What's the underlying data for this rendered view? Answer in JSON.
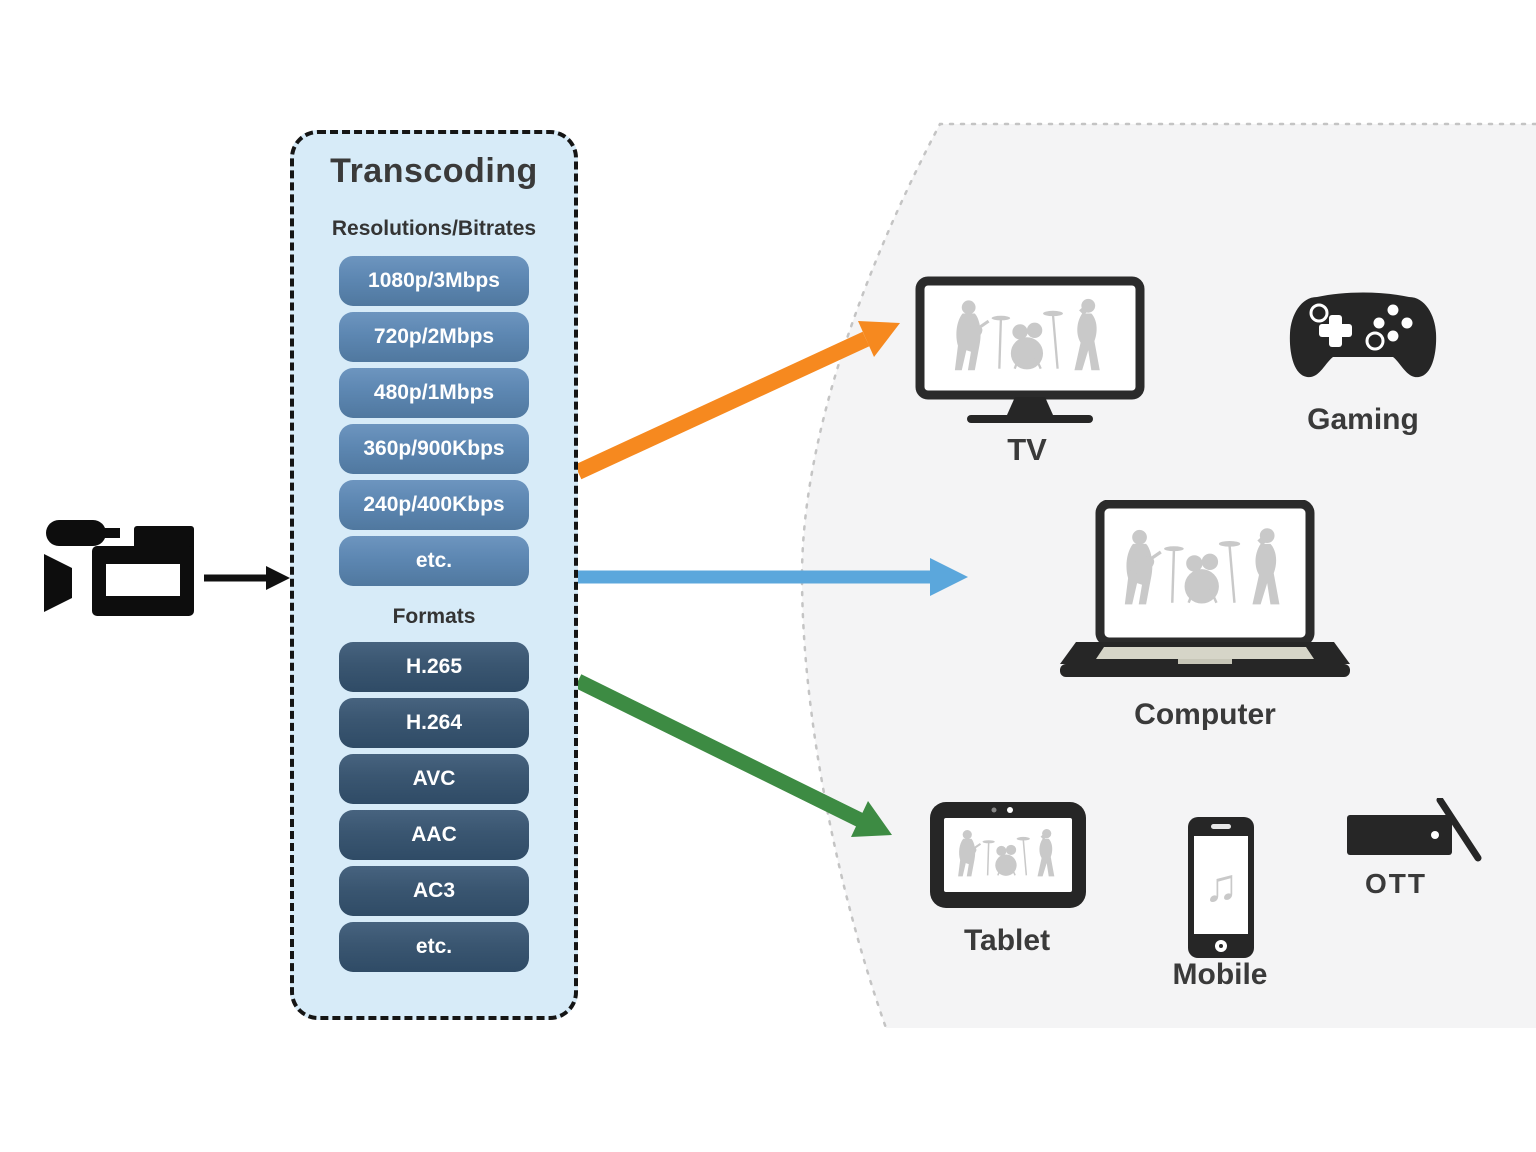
{
  "diagram": {
    "transcoding": {
      "title": "Transcoding",
      "resolutions_heading": "Resolutions/Bitrates",
      "resolutions": [
        "1080p/3Mbps",
        "720p/2Mbps",
        "480p/1Mbps",
        "360p/900Kbps",
        "240p/400Kbps",
        "etc."
      ],
      "formats_heading": "Formats",
      "formats": [
        "H.265",
        "H.264",
        "AVC",
        "AAC",
        "AC3",
        "etc."
      ]
    },
    "devices": {
      "tv": {
        "label": "TV",
        "icon": "tv-icon"
      },
      "gaming": {
        "label": "Gaming",
        "icon": "game-controller-icon"
      },
      "computer": {
        "label": "Computer",
        "icon": "laptop-icon"
      },
      "tablet": {
        "label": "Tablet",
        "icon": "tablet-icon"
      },
      "mobile": {
        "label": "Mobile",
        "icon": "smartphone-icon",
        "screen_glyph": "♫"
      },
      "ott": {
        "label": "OTT",
        "icon": "set-top-box-icon"
      }
    },
    "source": {
      "icon": "video-camera-icon"
    },
    "arrows": [
      {
        "name": "to-tv",
        "color_key": "arrow_orange"
      },
      {
        "name": "to-computer",
        "color_key": "arrow_blue"
      },
      {
        "name": "to-tablet",
        "color_key": "arrow_green"
      }
    ],
    "colors": {
      "panel_bg": "#d7ebf8",
      "resolution_button": "#5d87b2",
      "format_button": "#3a5671",
      "arrow_orange": "#f6891f",
      "arrow_blue": "#5ba7dc",
      "arrow_green": "#3d8b43",
      "target_zone_bg": "#f4f4f5",
      "icon_dark": "#262626",
      "silhouette_gray": "#c9c9c9"
    }
  }
}
